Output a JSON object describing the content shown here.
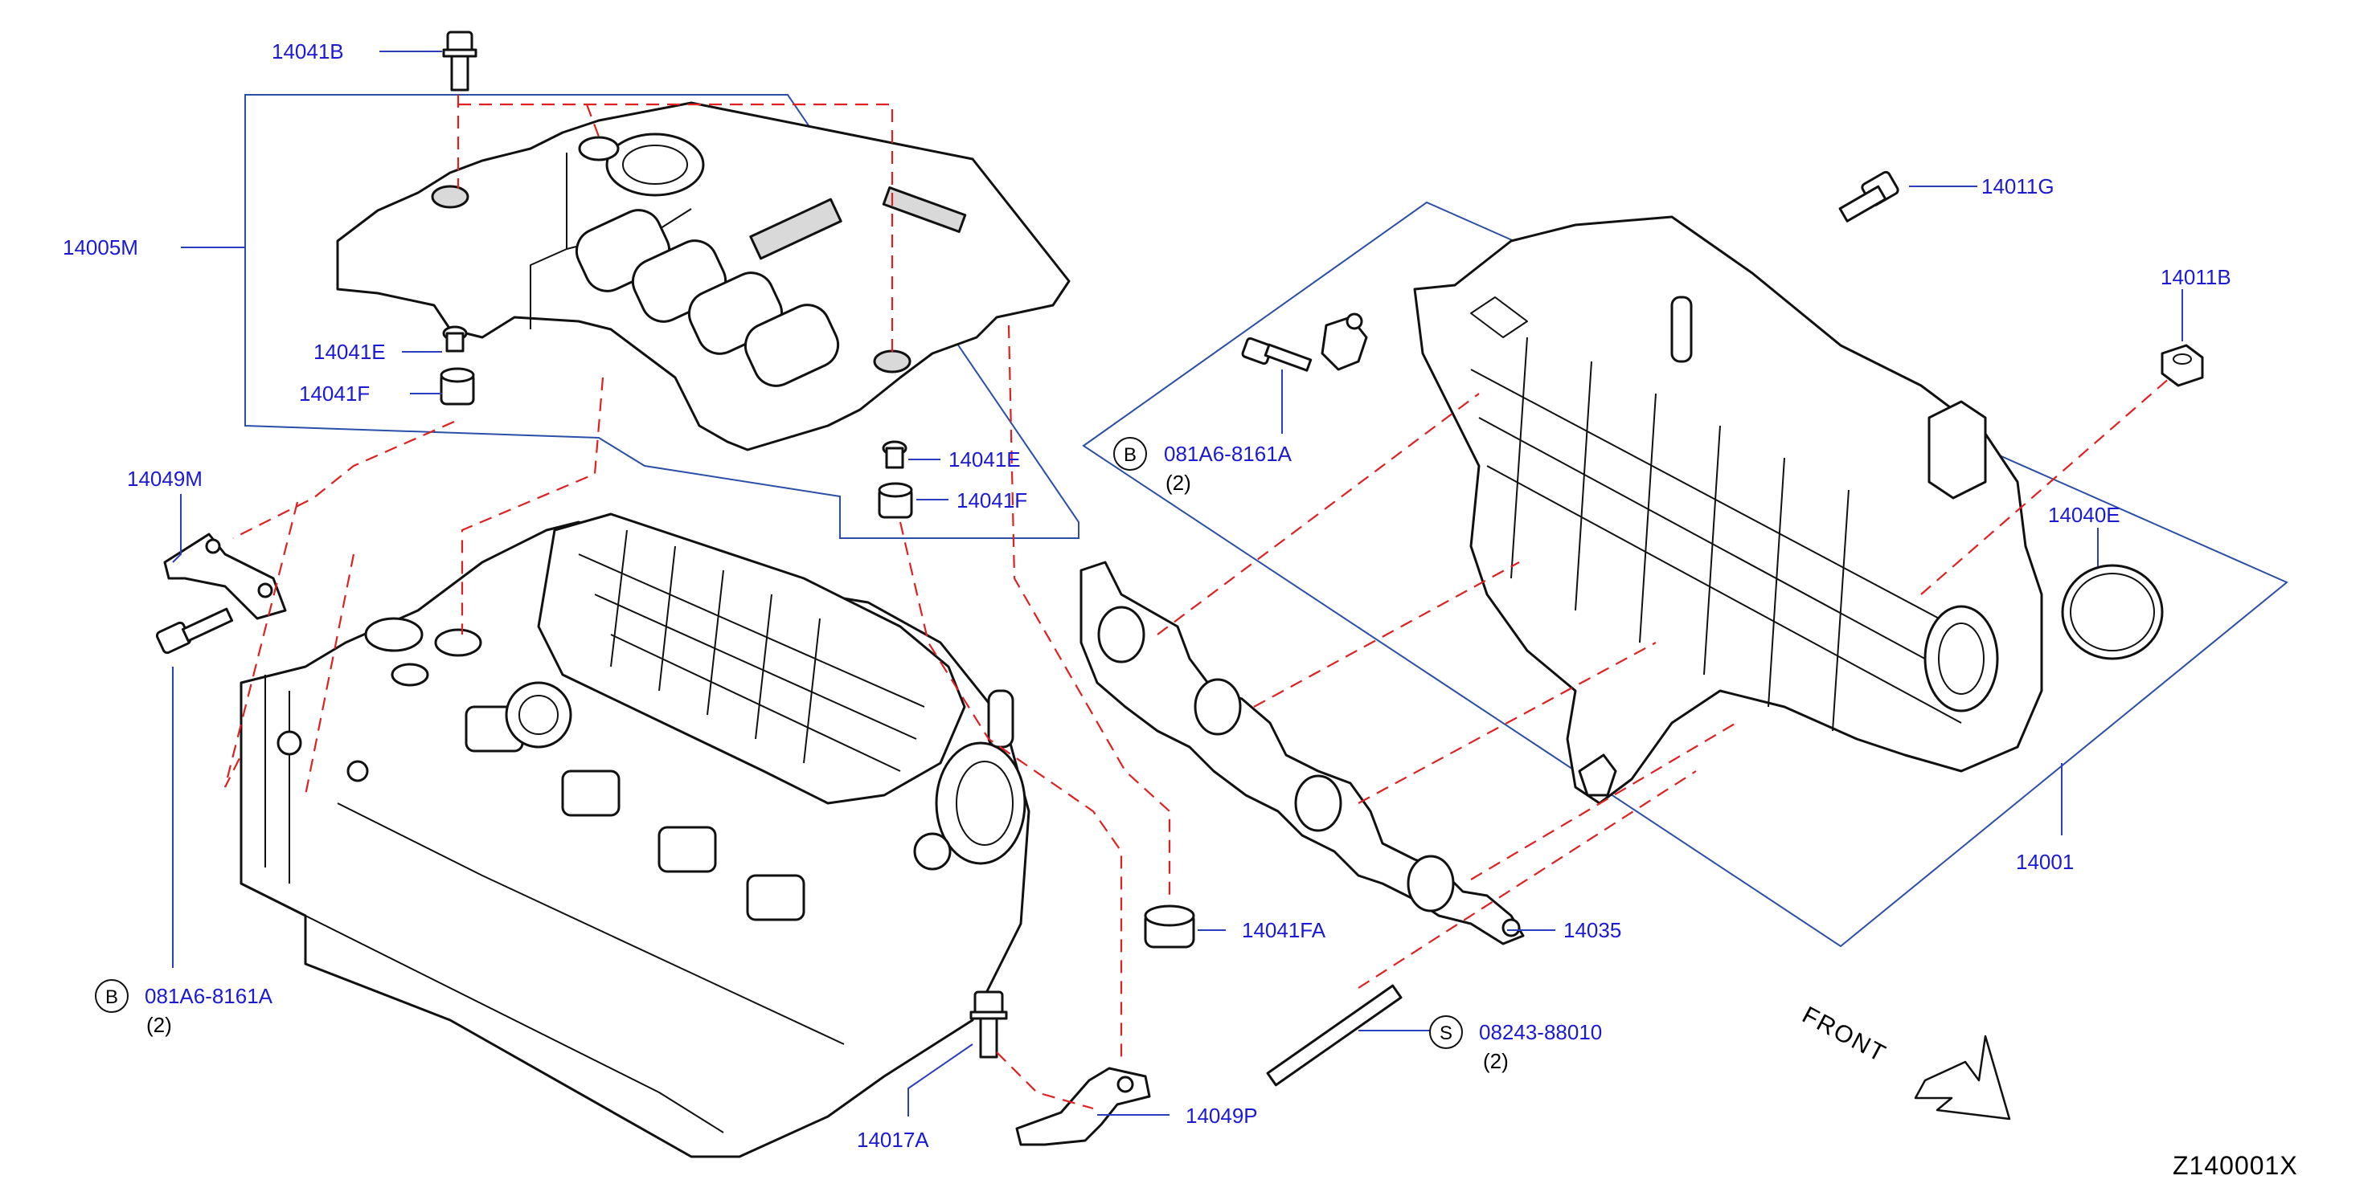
{
  "labels": {
    "bolt_cover": "14041B",
    "engine_cover": "14005M",
    "grommet_e_upper": "14041E",
    "grommet_f_upper": "14041F",
    "grommet_e_lower": "14041E",
    "grommet_f_lower": "14041F",
    "bracket_m": "14049M",
    "bolt_left": "081A6-8161A",
    "bolt_left_qty": "(2)",
    "bolt_manifold": "081A6-8161A",
    "bolt_manifold_qty": "(2)",
    "bolt_g": "14011G",
    "nut_b": "14011B",
    "seal_e": "14040E",
    "manifold": "14001",
    "grommet_fa": "14041FA",
    "gasket": "14035",
    "stud": "08243-88010",
    "stud_qty": "(2)",
    "bolt_a": "14017A",
    "bracket_p": "14049P",
    "letter_b1": "B",
    "letter_b2": "B",
    "letter_s": "S",
    "front": "FRONT",
    "drawing_ref": "Z140001X"
  },
  "colors": {
    "part_number": "#1a1ad6",
    "leader": "#2a3fbf",
    "dashed_link": "#e02020",
    "outline": "#111111"
  }
}
